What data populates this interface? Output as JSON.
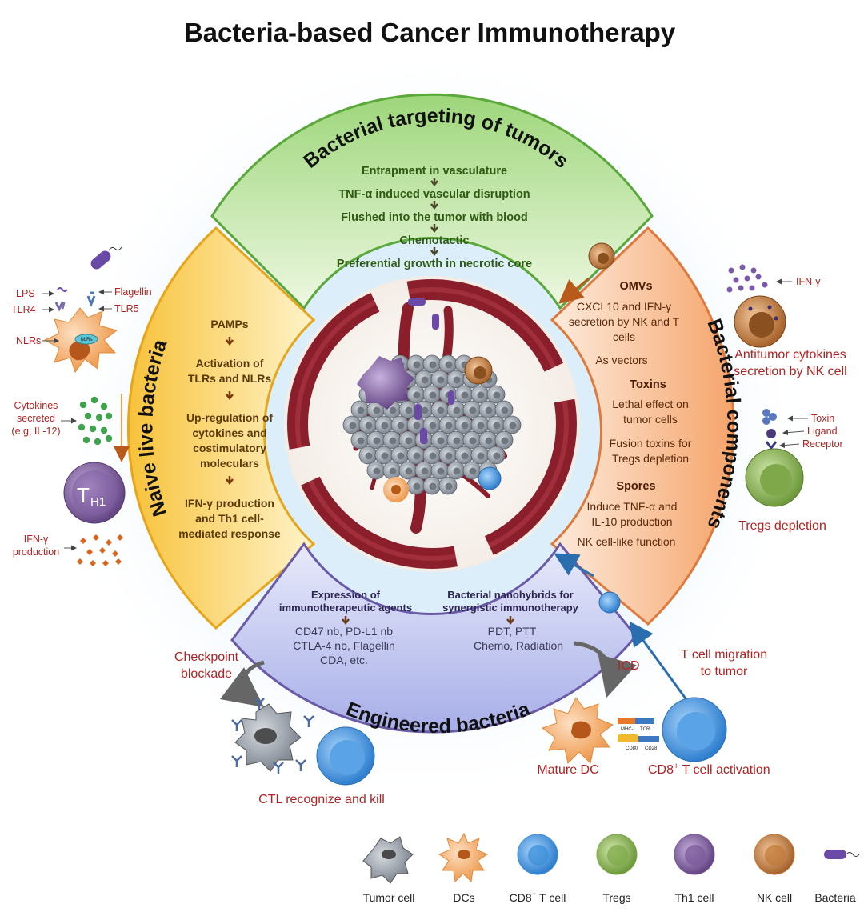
{
  "title": "Bacteria-based Cancer Immunotherapy",
  "segments": {
    "top": {
      "title": "Bacterial targeting of tumors",
      "steps": [
        "Entrapment in vasculature",
        "TNF-α induced vascular disruption",
        "Flushed into the tumor with blood",
        "Chemotactic",
        "Preferential growth in necrotic core"
      ]
    },
    "left": {
      "title": "Naive live bacteria",
      "steps": [
        [
          "PAMPs"
        ],
        [
          "Activation of",
          "TLRs and NLRs"
        ],
        [
          "Up-regulation of",
          "cytokines and",
          "costimulatory",
          "moleculars"
        ],
        [
          "IFN-γ production",
          "and Th1 cell-",
          "mediated response"
        ]
      ]
    },
    "right": {
      "title": "Bacterial components",
      "omvs_head": "OMVs",
      "omvs_lines": [
        "CXCL10 and IFN-γ",
        "secretion by NK and T",
        "cells"
      ],
      "omvs_extra": "As vectors",
      "toxins_head": "Toxins",
      "toxins_lines": [
        "Lethal effect on",
        "tumor cells"
      ],
      "toxins_extra": [
        "Fusion toxins for",
        "Tregs depletion"
      ],
      "spores_head": "Spores",
      "spores_lines": [
        "Induce TNF-α and",
        "IL-10 production"
      ],
      "spores_extra": "NK cell-like function"
    },
    "bottom": {
      "title": "Engineered bacteria",
      "left_head": [
        "Expression of",
        "immunotherapeutic agents"
      ],
      "left_lines": [
        "CD47 nb,  PD-L1 nb",
        "CTLA-4 nb,  Flagellin",
        "CDA, etc."
      ],
      "right_head": [
        "Bacterial nanohybrids for",
        "synergistic immunotherapy"
      ],
      "right_lines": [
        "PDT,    PTT",
        "Chemo,   Radiation"
      ]
    }
  },
  "side_labels": {
    "lps": "LPS",
    "tlr4": "TLR4",
    "flagellin": "Flagellin",
    "tlr5": "TLR5",
    "nlrs": "NLRs",
    "nlrs_badge": "NLRs",
    "cytokines": [
      "Cytokines",
      "secreted",
      "(e.g, IL-12)"
    ],
    "th1_letter": "T",
    "th1_sub": "H1",
    "ifn_production": [
      "IFN-γ",
      "production"
    ],
    "ifn_gamma": "IFN-γ",
    "antitumor": [
      "Antitumor cytokines",
      "secretion by NK cell"
    ],
    "toxin": "Toxin",
    "ligand": "Ligand",
    "receptor": "Receptor",
    "tregs_depletion": "Tregs depletion",
    "checkpoint": [
      "Checkpoint",
      "blockade"
    ],
    "ctl": "CTL recognize and kill",
    "icd": "ICD",
    "tcell_migration": [
      "T cell migration",
      "to tumor"
    ],
    "mature_dc": "Mature DC",
    "cd8_activation_a": "CD8",
    "cd8_activation_sup": "+",
    "cd8_activation_b": " T cell activation",
    "mhc": "MHC-I",
    "tcr": "TCR",
    "cd80": "CD80",
    "cd28": "CD28"
  },
  "legend": [
    {
      "label": "Tumor cell",
      "icon": "tumor-cell-icon",
      "color": "#8a8a8a"
    },
    {
      "label": "DCs",
      "icon": "dendritic-cell-icon",
      "color": "#f0a25a"
    },
    {
      "label": "CD8",
      "sup": "+",
      "tail": " T cell",
      "icon": "cd8-t-cell-icon",
      "color": "#3b8fd8"
    },
    {
      "label": "Tregs",
      "icon": "treg-cell-icon",
      "color": "#7faa4a"
    },
    {
      "label": "Th1 cell",
      "icon": "th1-cell-icon",
      "color": "#7b5a99"
    },
    {
      "label": "NK cell",
      "icon": "nk-cell-icon",
      "color": "#c0793a"
    },
    {
      "label": "Bacteria",
      "icon": "bacteria-icon",
      "color": "#6a4aa6"
    }
  ],
  "colors": {
    "green": "#bfe6a0",
    "yellow": "#fbdc78",
    "orange": "#f9c9a4",
    "purple": "#c9cdf0",
    "core_red": "#8b1e2b",
    "label_red": "#b22222"
  }
}
